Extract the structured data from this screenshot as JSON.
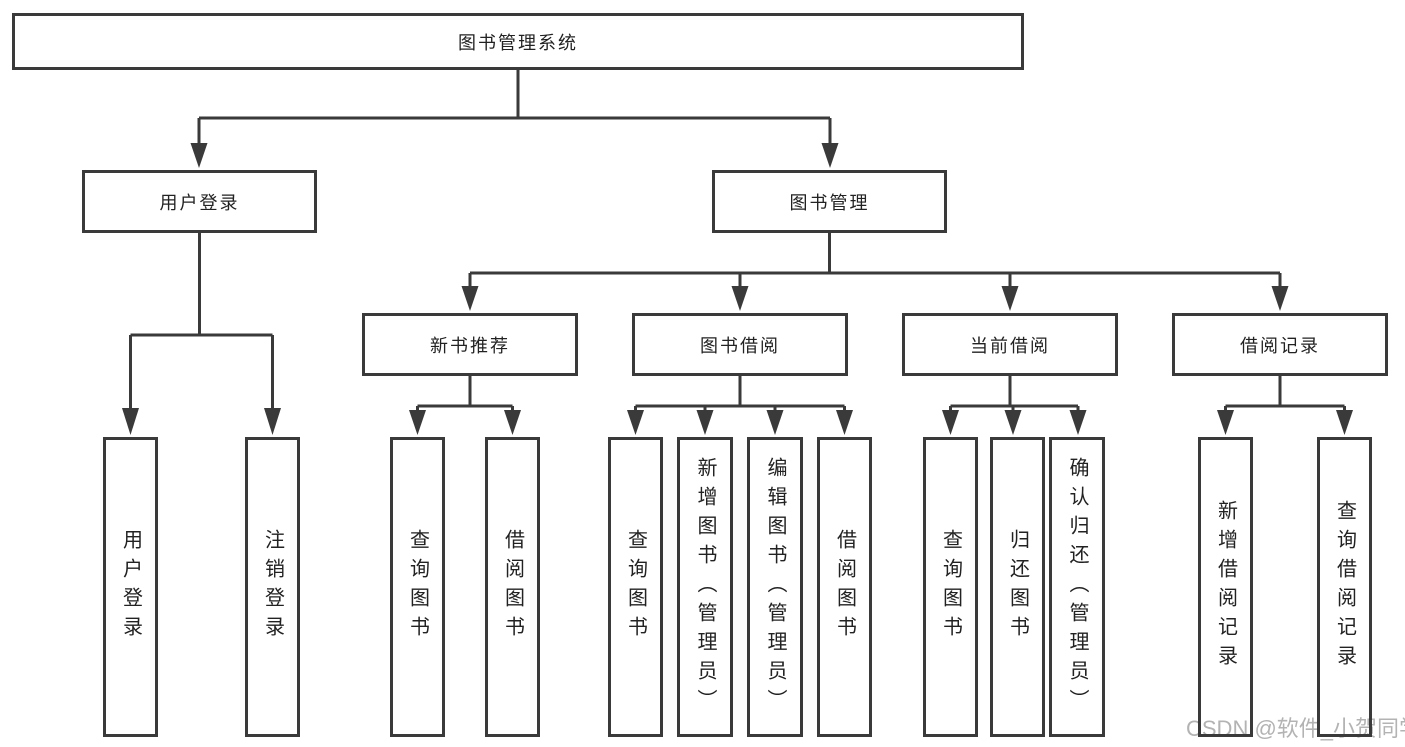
{
  "diagram": {
    "nodes": {
      "root": "图书管理系统",
      "level2": [
        "用户登录",
        "图书管理"
      ],
      "level3": [
        "新书推荐",
        "图书借阅",
        "当前借阅",
        "借阅记录"
      ],
      "leaves": [
        "用户登录",
        "注销登录",
        "查询图书",
        "借阅图书",
        "查询图书",
        "新增图书（管理员）",
        "编辑图书（管理员）",
        "借阅图书",
        "查询图书",
        "归还图书",
        "确认归还（管理员）",
        "新增借阅记录",
        "查询借阅记录"
      ]
    },
    "hierarchy": {
      "图书管理系统": [
        "用户登录",
        "图书管理"
      ],
      "用户登录": [
        "用户登录",
        "注销登录"
      ],
      "图书管理": [
        "新书推荐",
        "图书借阅",
        "当前借阅",
        "借阅记录"
      ],
      "新书推荐": [
        "查询图书",
        "借阅图书"
      ],
      "图书借阅": [
        "查询图书",
        "新增图书（管理员）",
        "编辑图书（管理员）",
        "借阅图书"
      ],
      "当前借阅": [
        "查询图书",
        "归还图书",
        "确认归还（管理员）"
      ],
      "借阅记录": [
        "新增借阅记录",
        "查询借阅记录"
      ]
    },
    "colors": {
      "line": "#3a3a3a",
      "box_border": "#3a3a3a",
      "text": "#222222",
      "background": "#ffffff",
      "watermark": "#b3b3b3"
    }
  },
  "watermark": {
    "text": "CSDN @软件_小贺同学"
  }
}
